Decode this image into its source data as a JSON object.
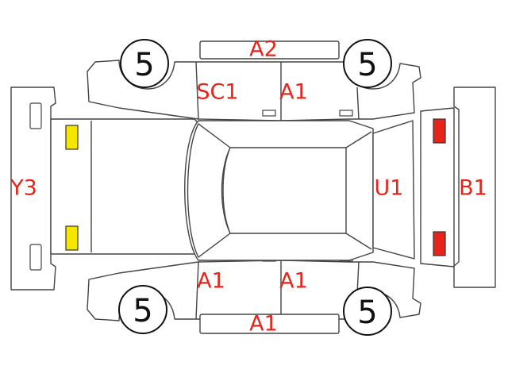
{
  "marks": {
    "top_panel": "A2",
    "roof_left": "SC1",
    "roof_right": "A1",
    "bottom_left": "A1",
    "bottom_right": "A1",
    "bottom_panel": "A1",
    "front": "Y3",
    "rear_window": "U1",
    "rear": "B1"
  },
  "tyres": {
    "top_left": "5",
    "top_right": "5",
    "bottom_left": "5",
    "bottom_right": "5"
  },
  "colors": {
    "mark_text": "#e8231a",
    "front_lamp": "#f5e600",
    "rear_lamp": "#e8231a",
    "outline": "#444444"
  }
}
